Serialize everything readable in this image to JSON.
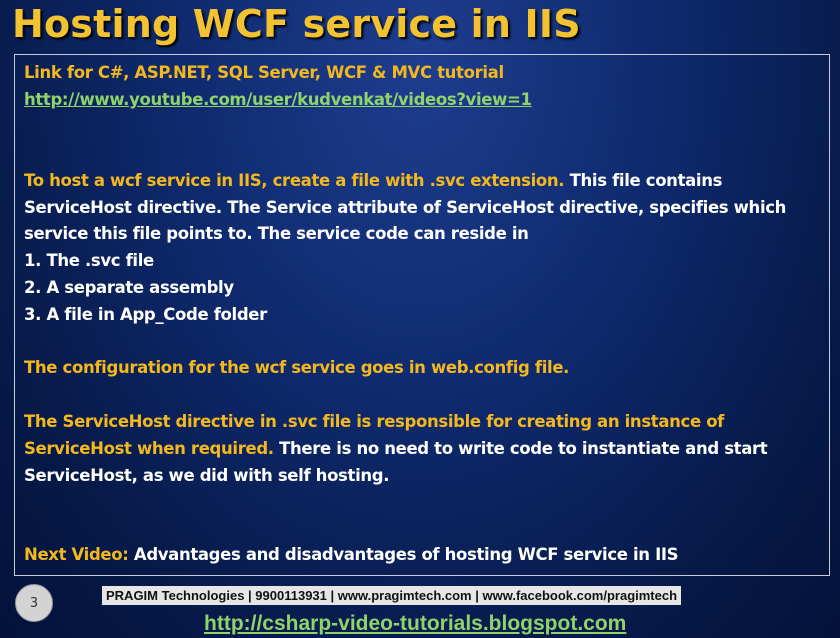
{
  "slide": {
    "title": "Hosting WCF service in IIS",
    "link_label": "Link for C#, ASP.NET, SQL Server, WCF & MVC tutorial",
    "link_url": "http://www.youtube.com/user/kudvenkat/videos?view=1",
    "para1_highlight": "To host a wcf service in IIS, create a file with .svc extension.",
    "para1_rest": " This file contains",
    "para1_line2": "ServiceHost directive. The Service attribute of ServiceHost directive, specifies which",
    "para1_line3": "service this file points to. The service code can reside in",
    "list_items": [
      "1. The .svc file",
      "2. A separate assembly",
      "3. A file in App_Code folder"
    ],
    "config_note": "The configuration for the wcf service goes in web.config file.",
    "para3_line1": "The ServiceHost directive in .svc file is responsible for creating an instance of",
    "para3_line2_highlight": "ServiceHost when required.",
    "para3_line2_rest": " There is no need to write code to instantiate and start",
    "para3_line3": "ServiceHost, as we did with self hosting.",
    "next_label": "Next Video:",
    "next_text": " Advantages and disadvantages of hosting WCF service in IIS"
  },
  "footer": {
    "page_number": "3",
    "company_info": "PRAGIM Technologies | 9900113931 | www.pragimtech.com | www.facebook.com/pragimtech",
    "blog_url": "http://csharp-video-tutorials.blogspot.com"
  },
  "colors": {
    "title": "#f2c230",
    "highlight": "#f4b81f",
    "link": "#8fd36b",
    "background": "#0f2a6e"
  }
}
